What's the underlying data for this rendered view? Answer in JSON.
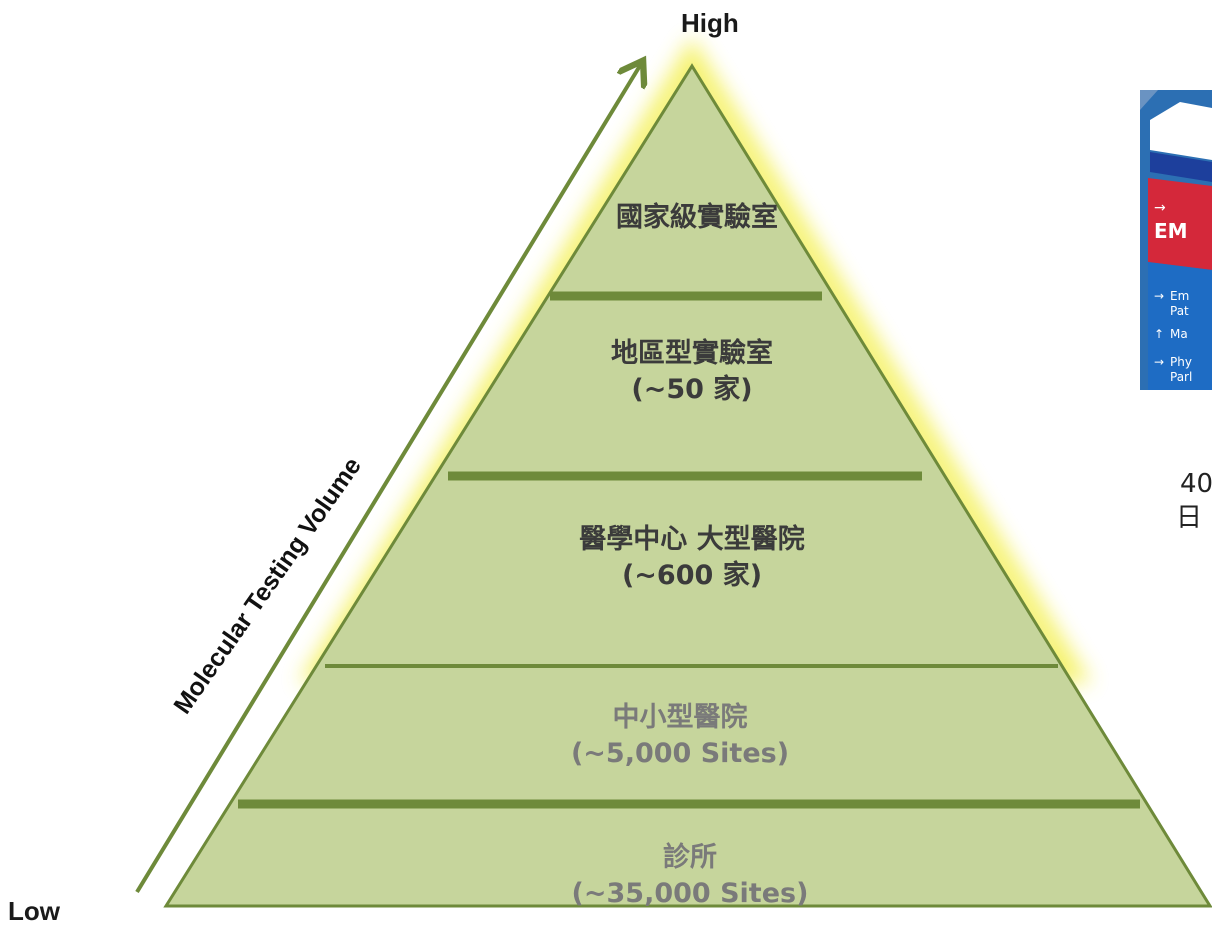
{
  "axis": {
    "high_label": "High",
    "low_label": "Low",
    "title": "Molecular Testing Volume"
  },
  "tiers": [
    {
      "name": "國家級實驗室",
      "count": ""
    },
    {
      "name": "地區型實驗室",
      "count": "(~50 家)"
    },
    {
      "name": "醫學中心 大型醫院",
      "count": "(~600 家)"
    },
    {
      "name": "中小型醫院",
      "count": "(~5,000 Sites)"
    },
    {
      "name": "診所",
      "count": "(~35,000 Sites)"
    }
  ],
  "photo": {
    "sign_text": "EM",
    "sign_items": [
      "Em",
      "Pat",
      "Ma",
      "Phy",
      "Parl"
    ],
    "caption_line1": "40",
    "caption_line2": "日"
  },
  "colors": {
    "pyramid_fill": "#c6d59c",
    "pyramid_stroke": "#6e8a3a",
    "glow": "#f2ee3f",
    "arrow": "#6e8a3a"
  }
}
